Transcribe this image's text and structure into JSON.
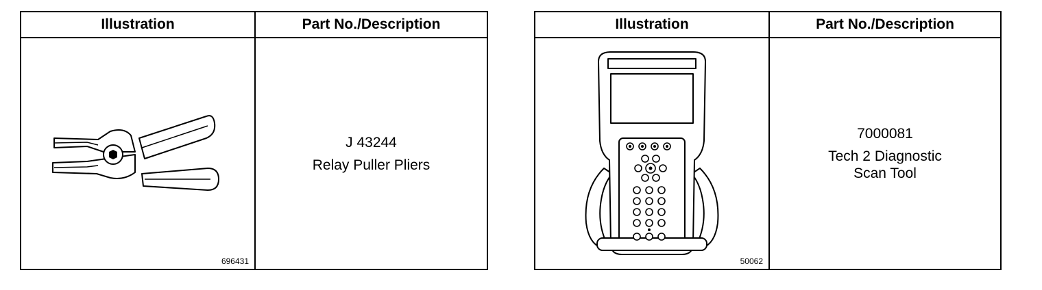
{
  "tables": [
    {
      "header_illustration": "Illustration",
      "header_description": "Part No./Description",
      "part_number": "J 43244",
      "description": "Relay Puller Pliers",
      "figure_number": "696431",
      "icon": "relay-puller-pliers-icon"
    },
    {
      "header_illustration": "Illustration",
      "header_description": "Part No./Description",
      "part_number": "7000081",
      "description_line1": "Tech 2 Diagnostic",
      "description_line2": "Scan Tool",
      "figure_number": "50062",
      "icon": "tech2-scan-tool-icon"
    }
  ]
}
